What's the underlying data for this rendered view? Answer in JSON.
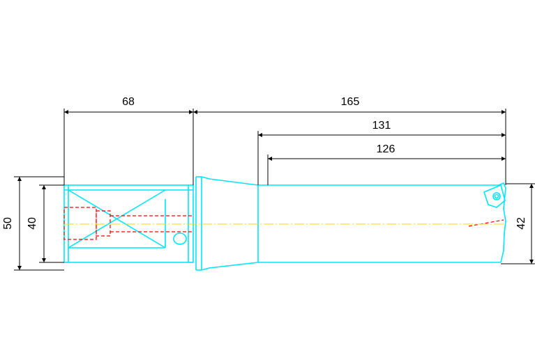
{
  "drawing": {
    "colors": {
      "background": "#ffffff",
      "outline": "#00e5ff",
      "dimension": "#000000",
      "hidden": "#ff0000",
      "centerline": "#ffd700"
    },
    "dimensions": {
      "shank_length": "68",
      "overall_length": "165",
      "body_length": "131",
      "flute_length": "126",
      "shank_diameter": "50",
      "shank_flat": "40",
      "cutting_diameter": "42"
    }
  }
}
